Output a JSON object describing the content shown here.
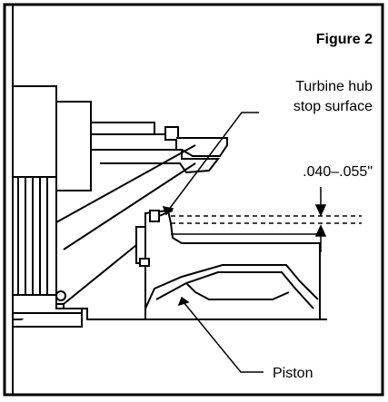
{
  "figure": {
    "title": "Figure 2",
    "callouts": {
      "stop_surface_line1": "Turbine hub",
      "stop_surface_line2": "stop surface",
      "clearance": ".040–.055\"",
      "piston": "Piston"
    }
  },
  "colors": {
    "ink": "#000000",
    "paper": "#ffffff"
  }
}
